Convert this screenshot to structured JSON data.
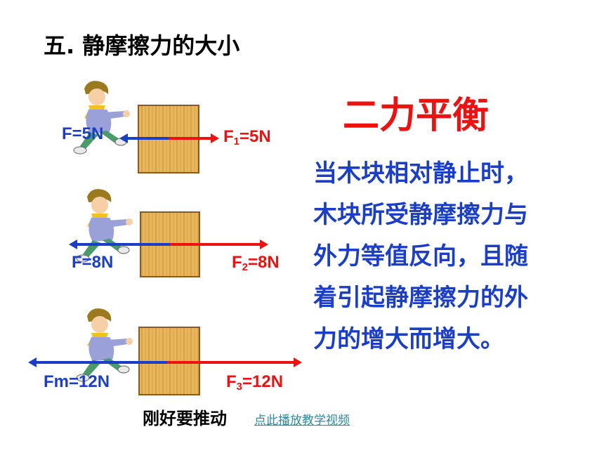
{
  "title": "五. 静摩擦力的大小",
  "headline": "二力平衡",
  "explanation_lines": [
    "当木块相对静止时，",
    "木块所受静摩擦力与",
    "外力等值反向，且随",
    "着引起静摩擦力的外",
    "力的增大而增大。"
  ],
  "scenes": [
    {
      "friction_label": "F=5N",
      "push_label_main": "F",
      "push_label_sub": "1",
      "push_label_value": "=5N",
      "friction_value": 5,
      "push_value": 5
    },
    {
      "friction_label": "F=8N",
      "push_label_main": "F",
      "push_label_sub": "2",
      "push_label_value": "=8N",
      "friction_value": 8,
      "push_value": 8
    },
    {
      "friction_label": "Fm=12N",
      "push_label_main": "F",
      "push_label_sub": "3",
      "push_label_value": "=12N",
      "friction_value": 12,
      "push_value": 12
    }
  ],
  "caption": "刚好要推动",
  "video_link": "点此播放教学视频",
  "colors": {
    "friction_arrow": "#1a3ec8",
    "push_arrow": "#ee1111",
    "headline": "#ee1111",
    "explanation": "#1a3ec8",
    "wood": "#e6b45a"
  }
}
